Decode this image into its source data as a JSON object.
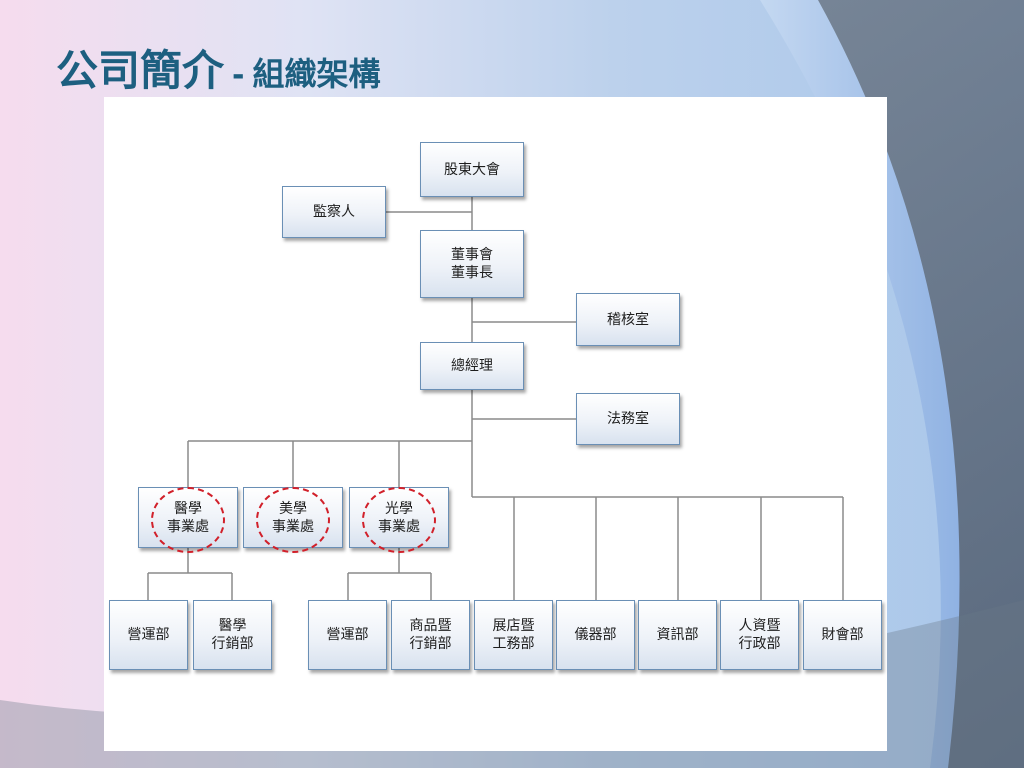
{
  "slide": {
    "title_main": "公司簡介",
    "title_dash": "-",
    "title_sub": "組織架構"
  },
  "org": {
    "shareholders": "股東大會",
    "supervisor": "監察人",
    "board_line1": "董事會",
    "board_line2": "董事長",
    "audit": "稽核室",
    "gm": "總經理",
    "legal": "法務室",
    "medical_div_line1": "醫學",
    "medical_div_line2": "事業處",
    "beauty_div_line1": "美學",
    "beauty_div_line2": "事業處",
    "optical_div_line1": "光學",
    "optical_div_line2": "事業處",
    "med_ops": "營運部",
    "med_mkt_line1": "醫學",
    "med_mkt_line2": "行銷部",
    "opt_ops": "營運部",
    "merch_line1": "商品暨",
    "merch_line2": "行銷部",
    "store_line1": "展店暨",
    "store_line2": "工務部",
    "equipment": "儀器部",
    "it": "資訊部",
    "hr_line1": "人資暨",
    "hr_line2": "行政部",
    "finance": "財會部"
  },
  "colors": {
    "title": "#1d5f80",
    "box_border": "#6a8fb5",
    "connector": "#8a8a8a",
    "highlight": "#d1202a"
  }
}
